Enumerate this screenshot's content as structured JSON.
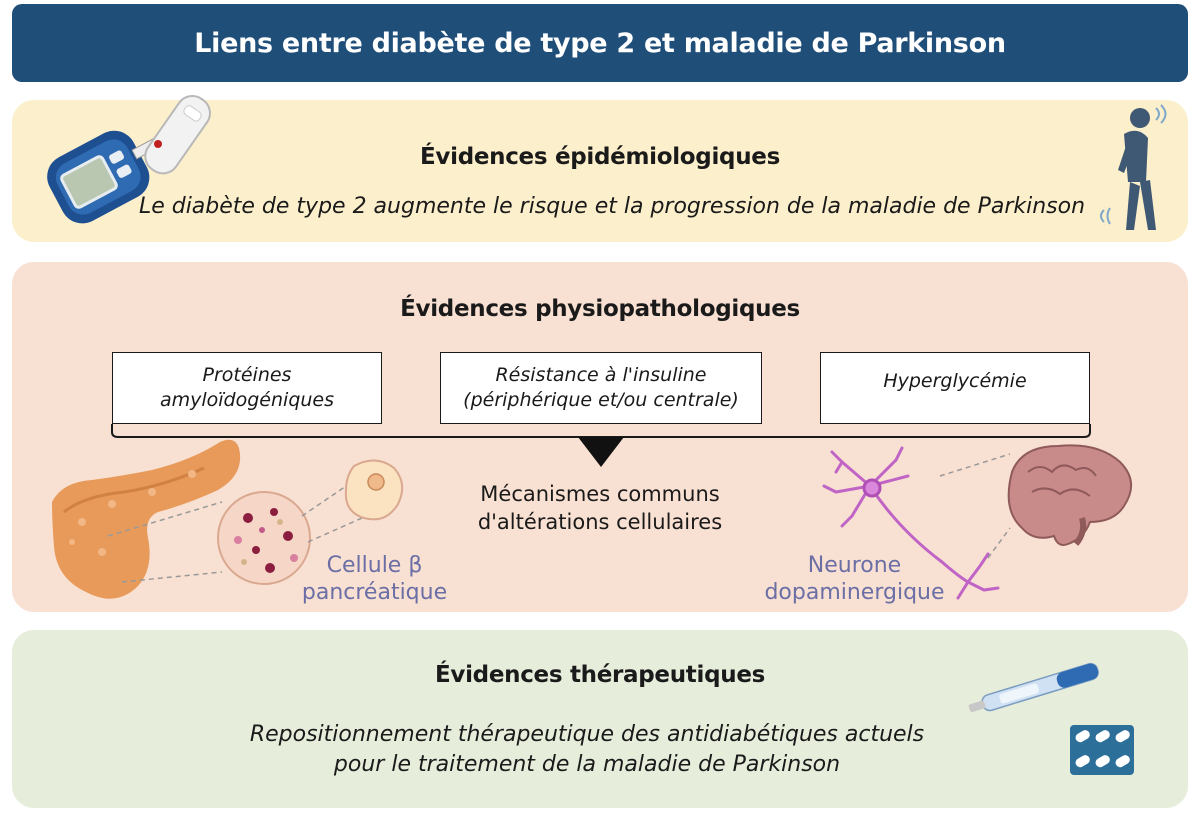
{
  "title": "Liens entre diabète de type 2 et maladie de Parkinson",
  "epidemiology": {
    "heading": "Évidences épidémiologiques",
    "statement": "Le diabète de type 2 augmente le risque et la progression de la maladie de Parkinson"
  },
  "physiopathology": {
    "heading": "Évidences physiopathologiques",
    "mechanisms": [
      {
        "line1": "Protéines",
        "line2": "amyloïdogéniques"
      },
      {
        "line1": "Résistance à l'insuline",
        "line2": "(périphérique et/ou centrale)"
      },
      {
        "line1": "Hyperglycémie",
        "line2": ""
      }
    ],
    "common_line1": "Mécanismes communs",
    "common_line2": "d'altérations cellulaires",
    "beta_cell_line1": "Cellule β",
    "beta_cell_line2": "pancréatique",
    "neuron_line1": "Neurone",
    "neuron_line2": "dopaminergique"
  },
  "therapeutics": {
    "heading": "Évidences thérapeutiques",
    "line1": "Repositionnement thérapeutique des antidiabétiques actuels",
    "line2": "pour le traitement de la maladie de Parkinson"
  },
  "icons": [
    "glucometer-icon",
    "parkinson-person-icon",
    "pancreas-icon",
    "tissue-icon",
    "beta-cell-icon",
    "neuron-icon",
    "brain-icon",
    "insulin-pen-icon",
    "pill-blister-icon"
  ],
  "colors": {
    "banner": "#1f4e79",
    "epi_panel": "#fcefcb",
    "phys_panel": "#f8e0d2",
    "ther_panel": "#e6eddb",
    "cell_label": "#6b6fa6"
  }
}
